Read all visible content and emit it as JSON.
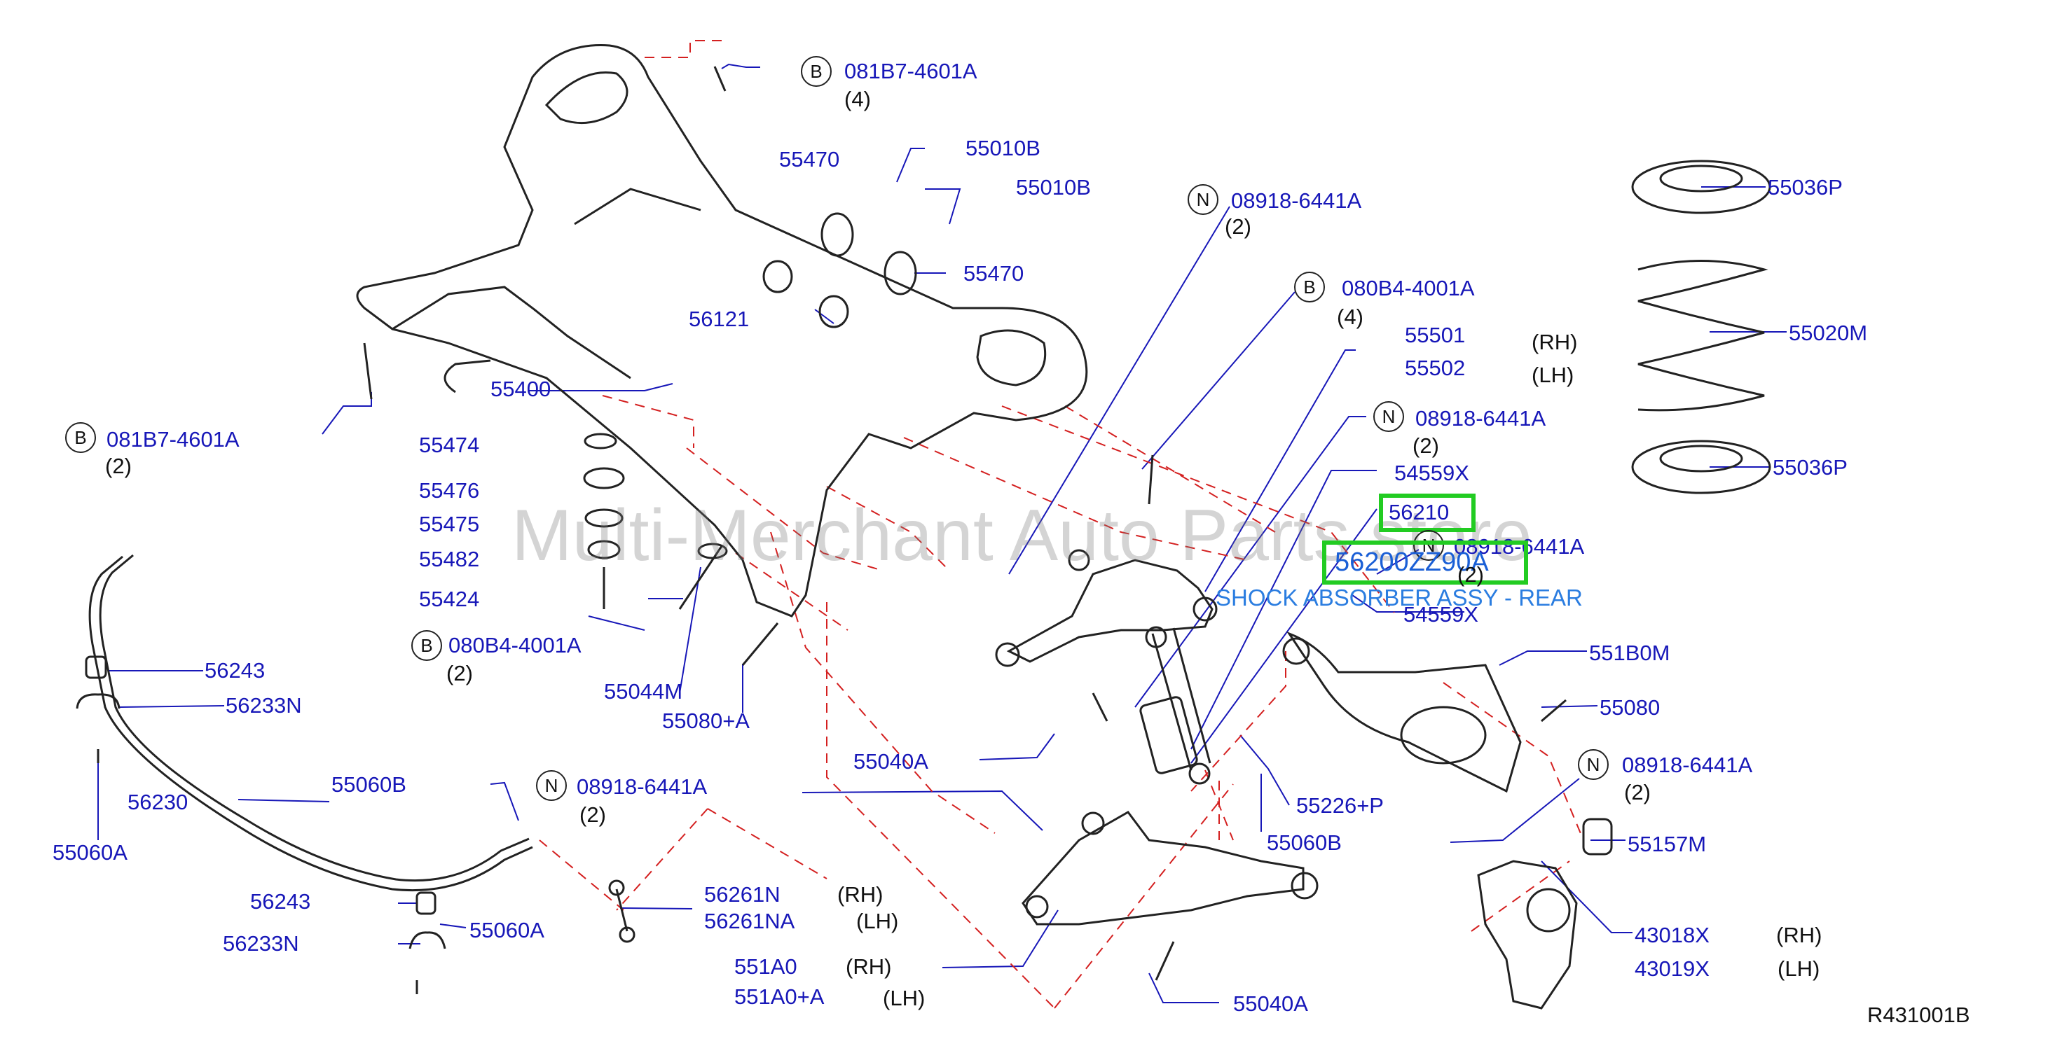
{
  "watermark": "Multi-Merchant Auto Parts store",
  "diagram_ref": "R431001B",
  "highlight": {
    "part": "56210",
    "part_number": "56200ZZ90A",
    "description": "SHOCK ABSORBER ASSY - REAR"
  },
  "colors": {
    "part_label": "#1717b8",
    "highlight": "#22cc22",
    "leader": "#1717b8",
    "phantom": "#d42020"
  },
  "labels": {
    "p081B7_top": "081B7-4601A",
    "q4_top": "(4)",
    "p55470_a": "55470",
    "p55010B_a": "55010B",
    "p55010B_b": "55010B",
    "p55470_b": "55470",
    "p08918_1": "08918-6441A",
    "q2_1": "(2)",
    "p080B4_1": "080B4-4001A",
    "q4_2": "(4)",
    "p55501": "55501",
    "rh_1": "(RH)",
    "p55502": "55502",
    "lh_1": "(LH)",
    "p08918_2": "08918-6441A",
    "q2_2": "(2)",
    "p54559X_1": "54559X",
    "p08918_3": "08918-6441A",
    "q2_3": "(2)",
    "p54559X_2": "54559X",
    "p56121": "56121",
    "p55400": "55400",
    "p081B7_left": "081B7-4601A",
    "q2_left": "(2)",
    "p55474": "55474",
    "p55476": "55476",
    "p55475": "55475",
    "p55482": "55482",
    "p55424": "55424",
    "p080B4_2": "080B4-4001A",
    "q2_4": "(2)",
    "p55044M": "55044M",
    "p55080A": "55080+A",
    "p56243_a": "56243",
    "p56233N_a": "56233N",
    "p56230": "56230",
    "p55060A_a": "55060A",
    "p55060B_a": "55060B",
    "p08918_4": "08918-6441A",
    "q2_5": "(2)",
    "p55040A_a": "55040A",
    "p56243_b": "56243",
    "p56233N_b": "56233N",
    "p55060A_b": "55060A",
    "p56261N": "56261N",
    "rh_2": "(RH)",
    "p56261NA": "56261NA",
    "lh_2": "(LH)",
    "p551A0": "551A0",
    "rh_3": "(RH)",
    "p551A0A": "551A0+A",
    "lh_3": "(LH)",
    "p55040A_b": "55040A",
    "p55226P": "55226+P",
    "p55060B_b": "55060B",
    "p551B0M": "551B0M",
    "p55080": "55080",
    "p08918_5": "08918-6441A",
    "q2_6": "(2)",
    "p55157M": "55157M",
    "p43018X": "43018X",
    "rh_4": "(RH)",
    "p43019X": "43019X",
    "lh_4": "(LH)",
    "p55036P_a": "55036P",
    "p55020M": "55020M",
    "p55036P_b": "55036P"
  },
  "callouts": {
    "B": "B",
    "N": "N"
  }
}
